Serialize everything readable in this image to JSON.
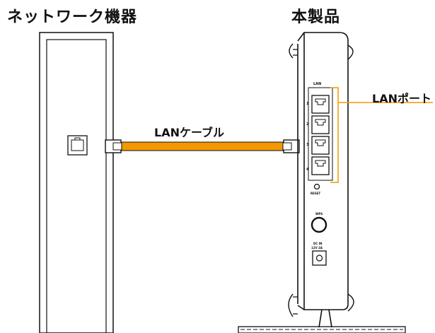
{
  "titles": {
    "network_device": "ネットワーク機器",
    "product": "本製品"
  },
  "labels": {
    "lan_cable": "LANケーブル",
    "lan_port": "LANポート"
  },
  "panel_text": {
    "lan": "LAN",
    "port_numbers": [
      "1",
      "2",
      "3",
      "4"
    ],
    "reset": "RESET",
    "wps": "WPS",
    "dc_in": "DC IN",
    "dc_rating": "12V 2A"
  },
  "colors": {
    "cable": "#f39800",
    "port_bracket": "#f39800",
    "line": "#111111"
  }
}
